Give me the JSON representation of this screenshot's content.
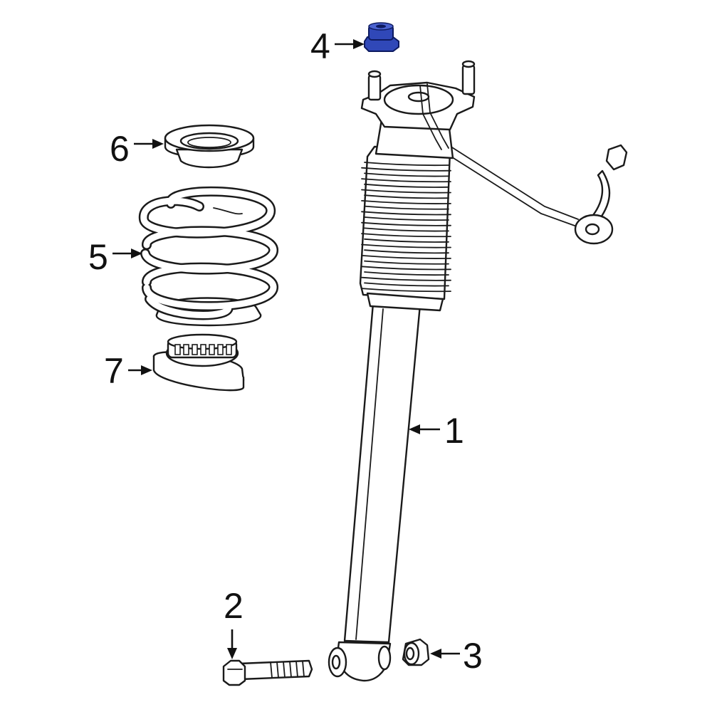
{
  "callouts": {
    "c1": "1",
    "c2": "2",
    "c3": "3",
    "c4": "4",
    "c5": "5",
    "c6": "6",
    "c7": "7"
  },
  "highlight_color": "#3048b8"
}
